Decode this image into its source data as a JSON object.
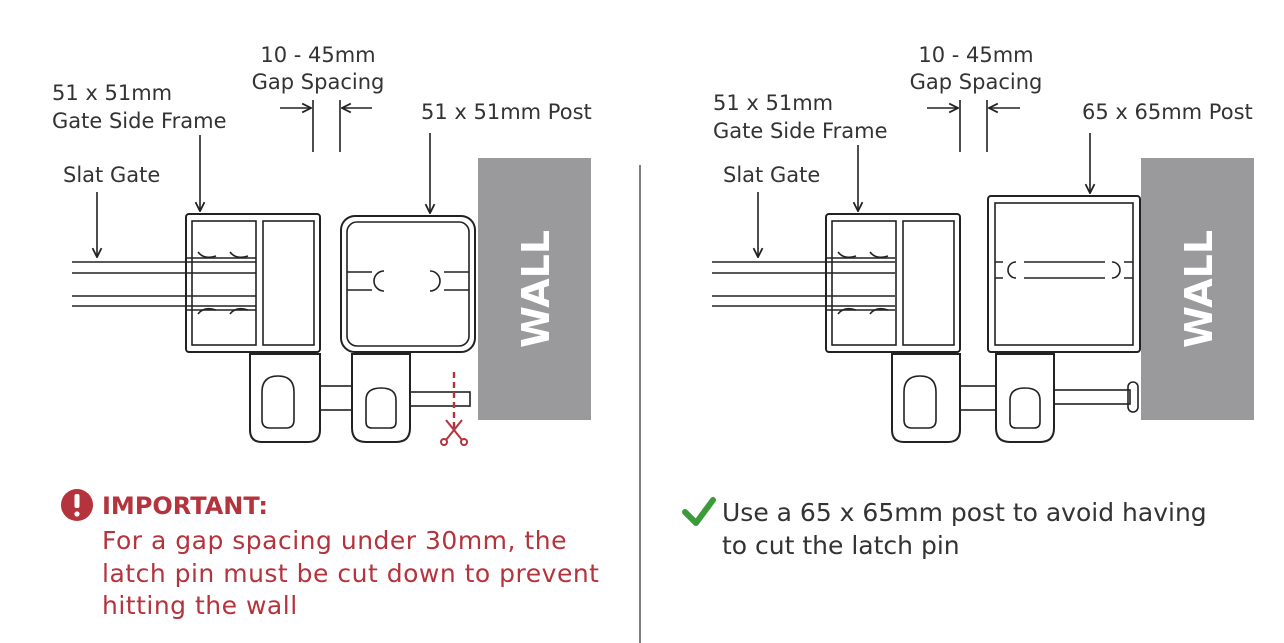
{
  "left": {
    "labels": {
      "gap_value": "10 - 45mm",
      "gap_caption": "Gap Spacing",
      "frame_size": "51 x 51mm",
      "frame_caption": "Gate Side Frame",
      "post": "51 x 51mm Post",
      "slat_gate": "Slat Gate",
      "wall": "WALL"
    },
    "note": {
      "icon": "exclamation-icon",
      "title": "IMPORTANT:",
      "line1": "For a gap spacing under 30mm, the",
      "line2": "latch pin must be cut down to prevent",
      "line3": "hitting the wall"
    }
  },
  "right": {
    "labels": {
      "gap_value": "10 - 45mm",
      "gap_caption": "Gap Spacing",
      "frame_size": "51 x 51mm",
      "frame_caption": "Gate Side Frame",
      "post": "65 x 65mm Post",
      "slat_gate": "Slat Gate",
      "wall": "WALL"
    },
    "note": {
      "icon": "checkmark-icon",
      "line1": "Use a 65 x 65mm post to avoid having",
      "line2": "to cut the latch pin"
    }
  },
  "colors": {
    "wall": "#9a9a9c",
    "important": "#b5333c",
    "check": "#3b9b3b",
    "cut_line": "#b5333c",
    "divider": "#555555"
  }
}
